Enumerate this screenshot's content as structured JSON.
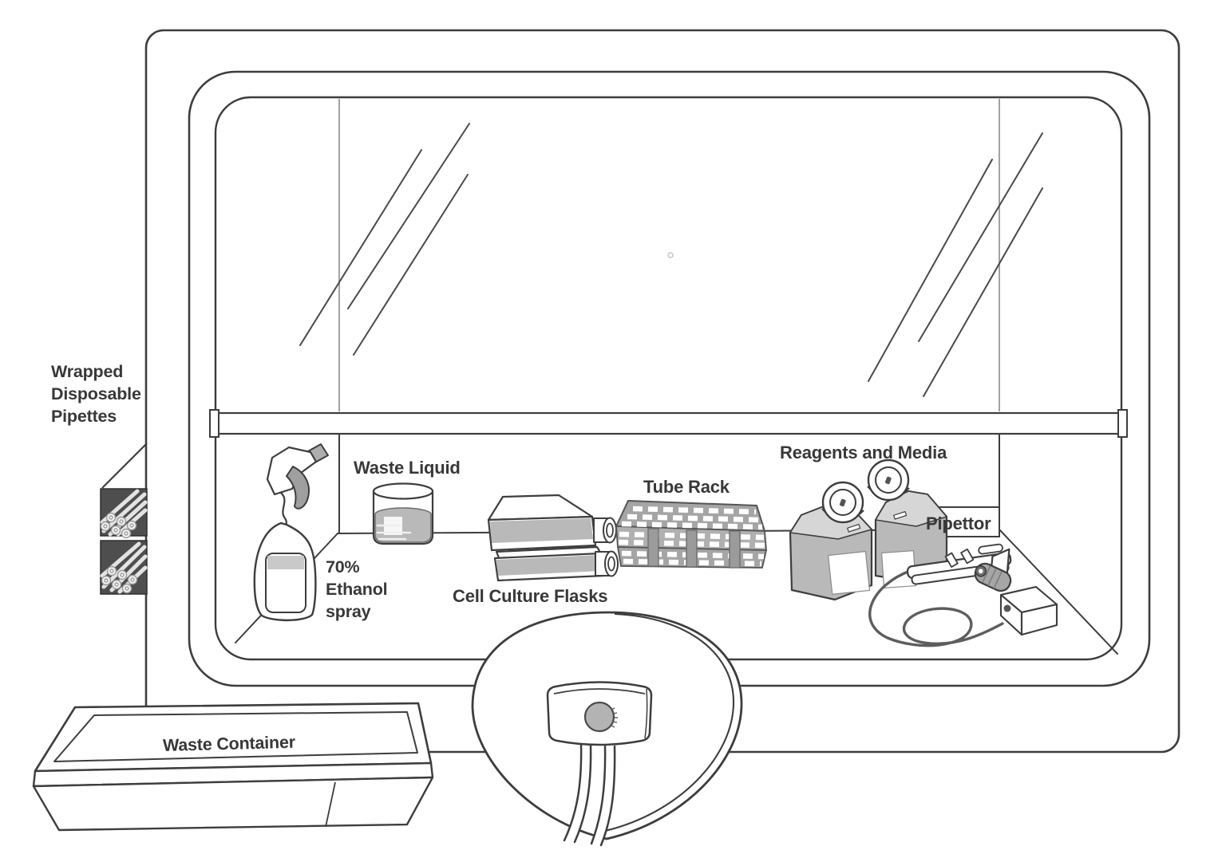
{
  "labels": {
    "wrapped_pipettes": {
      "line1": "Wrapped",
      "line2": "Disposable",
      "line3": "Pipettes"
    },
    "waste_liquid": "Waste Liquid",
    "ethanol_spray": {
      "line1": "70%",
      "line2": "Ethanol",
      "line3": "spray"
    },
    "cell_culture_flasks": "Cell Culture Flasks",
    "tube_rack": "Tube Rack",
    "reagents_and_media": "Reagents and Media",
    "pipettor": "Pipettor",
    "waste_container": "Waste Container"
  },
  "colors": {
    "outline": "#3d3d3d",
    "text": "#383838",
    "object_gray": "#b9b9b9",
    "dark_panel": "#4e4e4e",
    "knob_gray": "#b3b3b3",
    "background": "#ffffff"
  }
}
